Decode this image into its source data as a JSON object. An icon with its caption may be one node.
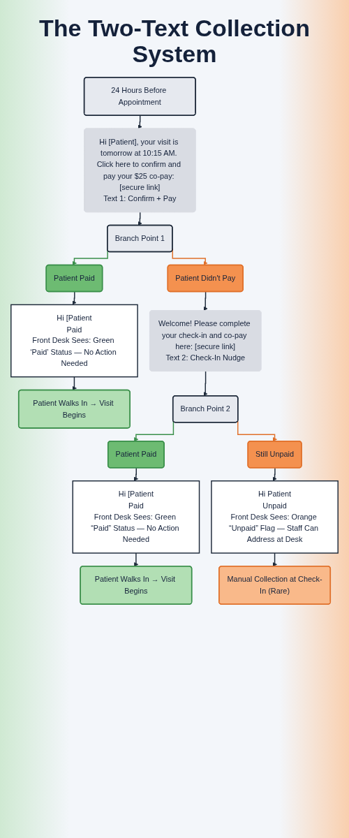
{
  "diagram": {
    "title": "The Two-Text Collection System",
    "nodes": [
      {
        "text": [
          "24 Hours Before Appointment"
        ]
      },
      {
        "text": [
          "Hi [Patient], your visit is tomorrow at 10:15 AM. Click here to confirm and pay your $25 co-pay: [secure link]",
          "Text 1: Confirm + Pay"
        ]
      },
      {
        "text": [
          "Branch Point 1"
        ]
      },
      {
        "text": [
          "Patient Paid"
        ]
      },
      {
        "text": [
          "Hi [Patient",
          "Paid",
          "Front Desk Sees: Green ‘Paid’ Status — No Action Needed"
        ]
      },
      {
        "text": [
          "Patient Walks In → Visit Begins"
        ]
      },
      {
        "text": [
          "Patient Didn't Pay"
        ]
      },
      {
        "text": [
          "Welcome! Please complete your check-in and co-pay here: [secure link]",
          "Text 2: Check-In Nudge"
        ]
      },
      {
        "text": [
          "Branch Point 2"
        ]
      },
      {
        "text": [
          "Patient Paid"
        ]
      },
      {
        "text": [
          "Hi [Patient",
          "Paid",
          "Front Desk Sees: Green “Paid” Status — No Action Needed"
        ]
      },
      {
        "text": [
          "Patient Walks In → Visit Begins"
        ]
      },
      {
        "text": [
          "Still Unpaid"
        ]
      },
      {
        "text": [
          "Hi Patient",
          "Unpaid",
          "Front Desk Sees: Orange “Unpaid” Flag — Staff Can Address at Desk"
        ]
      },
      {
        "text": [
          "Manual Collection at Check-In (Rare)"
        ]
      }
    ],
    "edges": [
      {
        "from": 0,
        "to": 1,
        "arrow": "to"
      },
      {
        "from": 1,
        "to": 2,
        "arrow": "to"
      },
      {
        "from": 2,
        "to": 3,
        "arrow": "to",
        "color": "#3a8f4a"
      },
      {
        "from": 2,
        "to": 6,
        "arrow": "to",
        "color": "#e0702a"
      },
      {
        "from": 3,
        "to": 4,
        "arrow": "to"
      },
      {
        "from": 4,
        "to": 5,
        "arrow": "to"
      },
      {
        "from": 6,
        "to": 7,
        "arrow": "to"
      },
      {
        "from": 7,
        "to": 8,
        "arrow": "to"
      },
      {
        "from": 8,
        "to": 9,
        "arrow": "to",
        "color": "#3a8f4a"
      },
      {
        "from": 8,
        "to": 12,
        "arrow": "to",
        "color": "#e0702a"
      },
      {
        "from": 9,
        "to": 10,
        "arrow": "to"
      },
      {
        "from": 10,
        "to": 11,
        "arrow": "to"
      },
      {
        "from": 12,
        "to": 13,
        "arrow": "to"
      },
      {
        "from": 13,
        "to": 14,
        "arrow": "to"
      }
    ]
  }
}
